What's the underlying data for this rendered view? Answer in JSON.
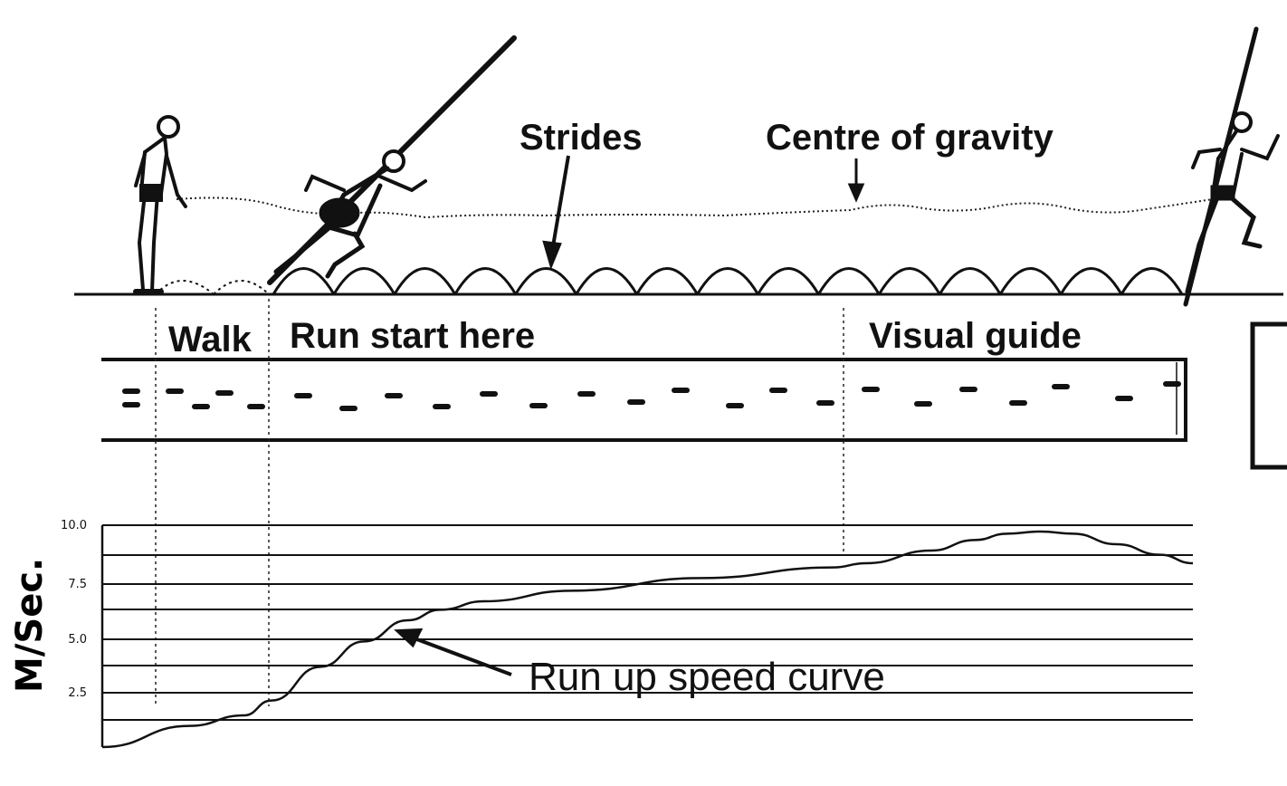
{
  "labels": {
    "strides": "Strides",
    "centre_of_gravity": "Centre of gravity",
    "walk": "Walk",
    "run_start": "Run start here",
    "visual_guide": "Visual guide",
    "curve_label": "Run up speed curve"
  },
  "chart_data": {
    "type": "line",
    "title": "",
    "xlabel": "",
    "ylabel": "M/Sec.",
    "y_ticks": [
      "10.0",
      "7.5",
      "5.0",
      "2.5"
    ],
    "ylim": [
      0,
      10.5
    ],
    "grid": true,
    "series": [
      {
        "x": [
          0,
          0.08,
          0.13,
          0.155,
          0.2,
          0.24,
          0.28,
          0.31,
          0.35,
          0.43,
          0.55,
          0.67,
          0.7,
          0.76,
          0.8,
          0.83,
          0.86,
          0.89,
          0.93,
          0.97,
          1.0
        ],
        "values": [
          0,
          1.0,
          1.5,
          2.2,
          3.8,
          5.0,
          6.0,
          6.5,
          6.9,
          7.4,
          8.0,
          8.5,
          8.7,
          9.3,
          9.8,
          10.1,
          10.2,
          10.1,
          9.6,
          9.1,
          8.7
        ]
      }
    ]
  },
  "icons": {
    "walker": "standing-athlete-figure",
    "runner": "running-athlete-with-pole",
    "planter": "vaulter-planting-pole"
  }
}
